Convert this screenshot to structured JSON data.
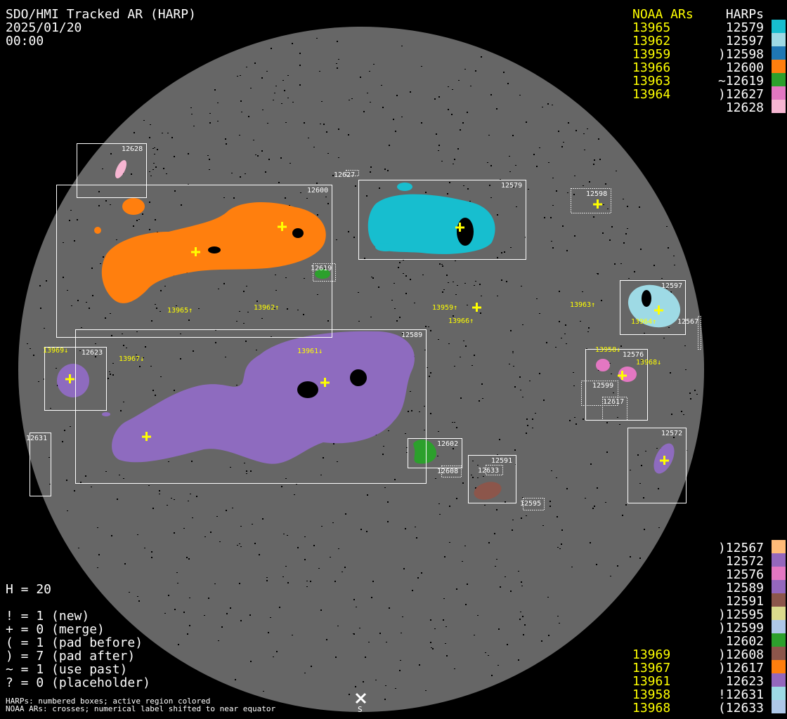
{
  "header": {
    "title": "SDO/HMI Tracked AR (HARP)",
    "date": "2025/01/20",
    "time": "00:00"
  },
  "legend_top": {
    "noaa_header": "NOAA ARs",
    "harp_header": "HARPs",
    "rows": [
      {
        "noaa": "13965",
        "harp": "12579",
        "color": "#17becf"
      },
      {
        "noaa": "13962",
        "harp": "12597",
        "color": "#9edae5"
      },
      {
        "noaa": "13959",
        "harp": ")12598",
        "color": "#1f77b4"
      },
      {
        "noaa": "13966",
        "harp": "12600",
        "color": "#ff7f0e"
      },
      {
        "noaa": "13963",
        "harp": "~12619",
        "color": "#2ca02c"
      },
      {
        "noaa": "13964",
        "harp": ")12627",
        "color": "#e377c2"
      },
      {
        "noaa": "",
        "harp": "12628",
        "color": "#f7b6d2"
      }
    ]
  },
  "legend_bottom": {
    "rows": [
      {
        "noaa": "",
        "harp": ")12567",
        "color": "#ffbb78"
      },
      {
        "noaa": "",
        "harp": "12572",
        "color": "#9467bd"
      },
      {
        "noaa": "",
        "harp": "12576",
        "color": "#e377c2"
      },
      {
        "noaa": "",
        "harp": "12589",
        "color": "#9467bd"
      },
      {
        "noaa": "",
        "harp": "12591",
        "color": "#8c564b"
      },
      {
        "noaa": "",
        "harp": ")12595",
        "color": "#dbdb8d"
      },
      {
        "noaa": "",
        "harp": ")12599",
        "color": "#aec7e8"
      },
      {
        "noaa": "",
        "harp": "12602",
        "color": "#2ca02c"
      },
      {
        "noaa": "13969",
        "harp": ")12608",
        "color": "#8c564b"
      },
      {
        "noaa": "13967",
        "harp": ")12617",
        "color": "#ff7f0e"
      },
      {
        "noaa": "13961",
        "harp": "12623",
        "color": "#9467bd"
      },
      {
        "noaa": "13958",
        "harp": "!12631",
        "color": "#9edae5"
      },
      {
        "noaa": "13968",
        "harp": "(12633",
        "color": "#aec7e8"
      }
    ]
  },
  "stats": {
    "h": "H = 20",
    "lines": [
      "! = 1 (new)",
      "+ = 0 (merge)",
      "( = 1 (pad before)",
      ") = 7 (pad after)",
      "~ = 1 (use past)",
      "? = 0 (placeholder)"
    ]
  },
  "footer": {
    "line1": "HARPs: numbered boxes; active region colored",
    "line2": "NOAA ARs: crosses; numerical label shifted to near equator",
    "south": "S"
  },
  "disk": {
    "harps": [
      "12628",
      "12627",
      "12600",
      "12579",
      "12598",
      "12619",
      "12597",
      "12567",
      "12589",
      "12623",
      "12576",
      "12599",
      "12617",
      "12631",
      "12602",
      "12608",
      "12591",
      "12633",
      "12595",
      "12572"
    ],
    "noaa": [
      "13965↑",
      "13962↑",
      "13959↑",
      "13966↑",
      "13963↑",
      "13964↑",
      "13969↓",
      "13967↓",
      "13961↓",
      "13958↓",
      "13968↓"
    ]
  }
}
